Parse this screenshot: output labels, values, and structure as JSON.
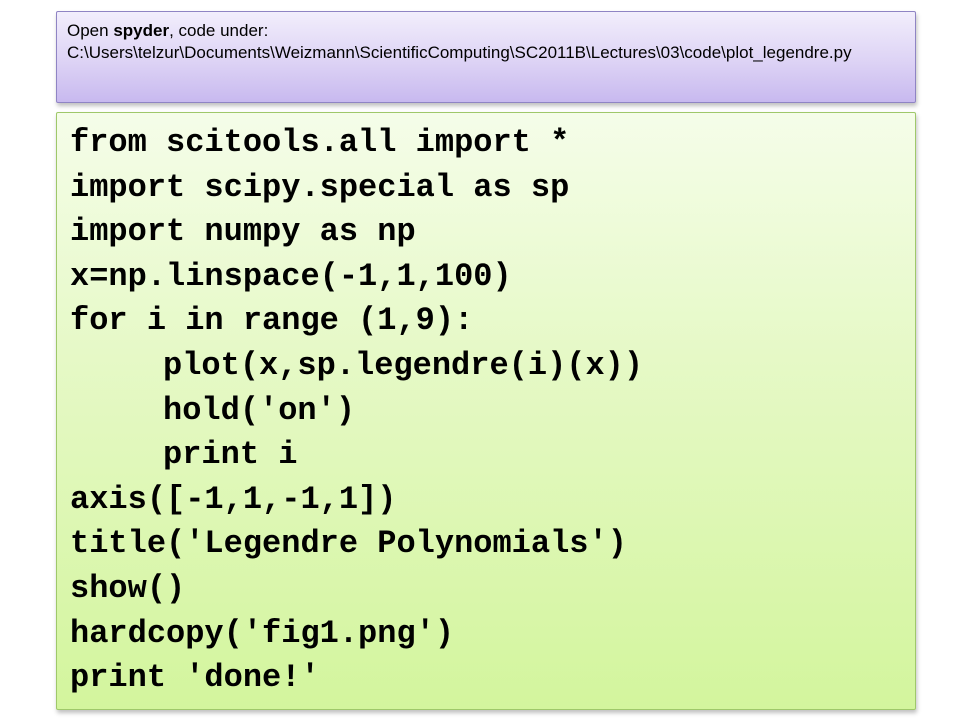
{
  "note": {
    "prefix": "Open ",
    "app_name": "spyder",
    "middle": ", code under:",
    "path": "C:\\Users\\telzur\\Documents\\Weizmann\\ScientificComputing\\SC2011B\\Lectures\\03\\code\\plot_legendre.py"
  },
  "code": {
    "lines": [
      "from scitools.all import *",
      "import scipy.special as sp",
      "import numpy as np",
      "x=np.linspace(-1,1,100)",
      "for i in range (1,9):",
      "plot(x,sp.legendre(i)(x))",
      "hold('on')",
      "print i",
      "axis([-1,1,-1,1])",
      "title('Legendre Polynomials')",
      "show()",
      "hardcopy('fig1.png')",
      "print 'done!'"
    ]
  }
}
